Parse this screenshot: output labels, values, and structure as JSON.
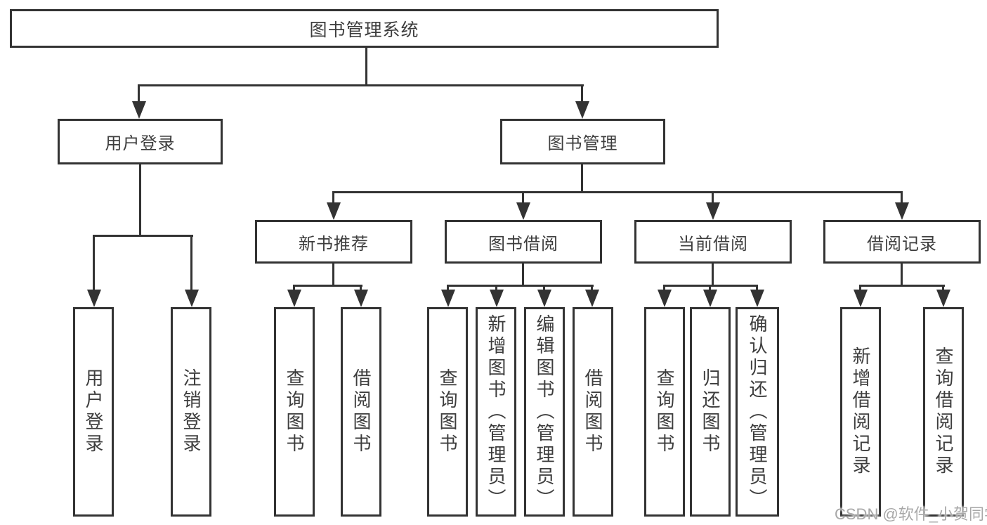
{
  "diagram": {
    "root": {
      "label": "图书管理系统"
    },
    "branches": [
      {
        "label": "用户登录",
        "children": [
          {
            "label": "用户登录"
          },
          {
            "label": "注销登录"
          }
        ]
      },
      {
        "label": "图书管理",
        "children": [
          {
            "label": "新书推荐",
            "children": [
              {
                "label": "查询图书"
              },
              {
                "label": "借阅图书"
              }
            ]
          },
          {
            "label": "图书借阅",
            "children": [
              {
                "label": "查询图书"
              },
              {
                "label": "新增图书（管理员）"
              },
              {
                "label": "编辑图书（管理员）"
              },
              {
                "label": "借阅图书"
              }
            ]
          },
          {
            "label": "当前借阅",
            "children": [
              {
                "label": "查询图书"
              },
              {
                "label": "归还图书"
              },
              {
                "label": "确认归还（管理员）"
              }
            ]
          },
          {
            "label": "借阅记录",
            "children": [
              {
                "label": "新增借阅记录"
              },
              {
                "label": "查询借阅记录"
              }
            ]
          }
        ]
      }
    ]
  },
  "watermark": "CSDN @软件_小贺同学",
  "colors": {
    "line": "#333333",
    "text": "#3d3d3d",
    "watermark": "#a8a8a8",
    "bg": "#ffffff"
  }
}
